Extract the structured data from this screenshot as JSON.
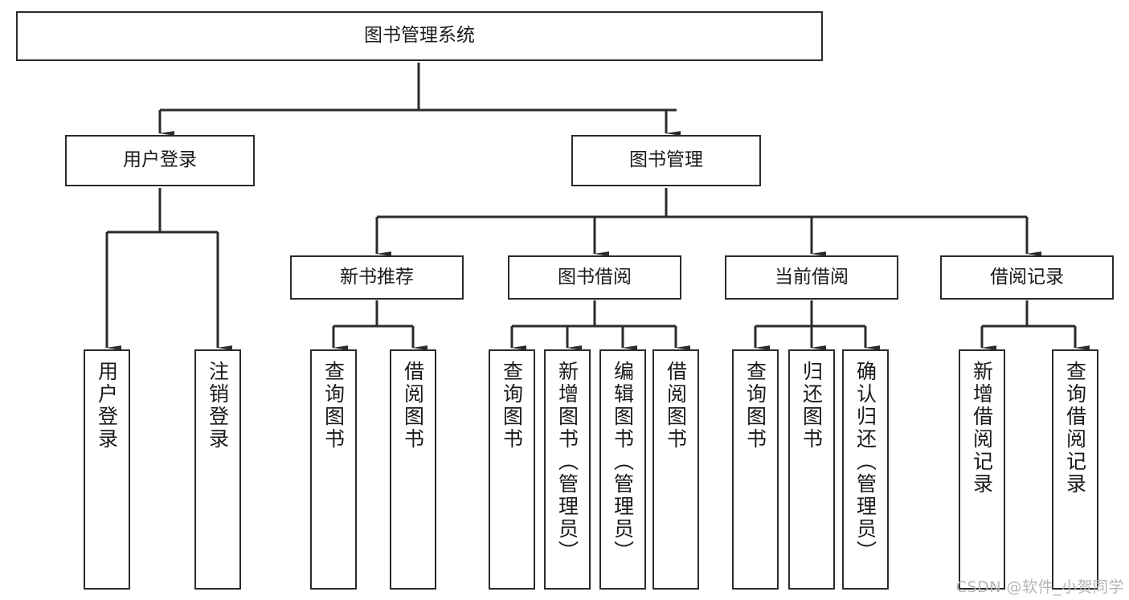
{
  "diagram": {
    "type": "tree-hierarchy-chart",
    "title": "图书管理系统",
    "colors": {
      "box_border": "#2b2b2b",
      "box_fill": "#ffffff",
      "edge": "#2b2b2b",
      "text": "#1a1a1a",
      "watermark": "#b5b5b5",
      "background": "#ffffff"
    },
    "nodes": {
      "root": {
        "label": "图书管理系统"
      },
      "level2": [
        {
          "id": "user-login",
          "label": "用户登录"
        },
        {
          "id": "book-management",
          "label": "图书管理"
        }
      ],
      "level3": [
        {
          "id": "new-book-recommend",
          "label": "新书推荐"
        },
        {
          "id": "book-borrow",
          "label": "图书借阅"
        },
        {
          "id": "current-borrow",
          "label": "当前借阅"
        },
        {
          "id": "borrow-record",
          "label": "借阅记录"
        }
      ],
      "leaves": [
        {
          "id": "leaf-user-login",
          "label": "用户登录",
          "parent": "user-login"
        },
        {
          "id": "leaf-logout",
          "label": "注销登录",
          "parent": "user-login"
        },
        {
          "id": "leaf-query-book-1",
          "label": "查询图书",
          "parent": "new-book-recommend"
        },
        {
          "id": "leaf-borrow-book-1",
          "label": "借阅图书",
          "parent": "new-book-recommend"
        },
        {
          "id": "leaf-query-book-2",
          "label": "查询图书",
          "parent": "book-borrow"
        },
        {
          "id": "leaf-add-book",
          "label": "新增图书（管理员）",
          "parent": "book-borrow"
        },
        {
          "id": "leaf-edit-book",
          "label": "编辑图书（管理员）",
          "parent": "book-borrow"
        },
        {
          "id": "leaf-borrow-book-2",
          "label": "借阅图书",
          "parent": "book-borrow"
        },
        {
          "id": "leaf-query-book-3",
          "label": "查询图书",
          "parent": "current-borrow"
        },
        {
          "id": "leaf-return-book",
          "label": "归还图书",
          "parent": "current-borrow"
        },
        {
          "id": "leaf-confirm-return",
          "label": "确认归还（管理员）",
          "parent": "current-borrow"
        },
        {
          "id": "leaf-add-record",
          "label": "新增借阅记录",
          "parent": "borrow-record"
        },
        {
          "id": "leaf-query-record",
          "label": "查询借阅记录",
          "parent": "borrow-record"
        }
      ]
    },
    "watermark": "CSDN @软件_小贺同学"
  }
}
